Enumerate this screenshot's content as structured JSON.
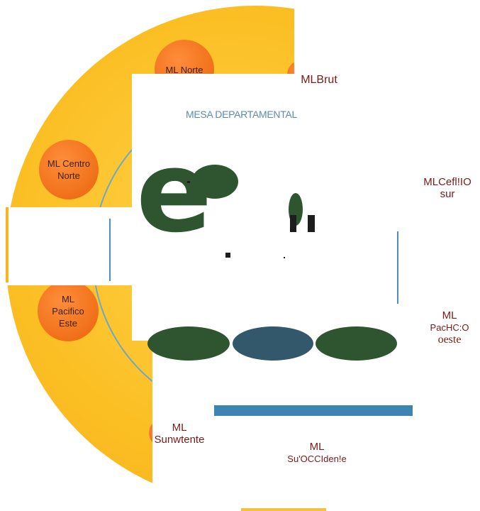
{
  "diagram": {
    "title": "MESA DEPARTAMENTAL",
    "center_glyph": "e",
    "colors": {
      "ring": "#fbbf24",
      "node": "#f07019",
      "label_text": "#7a1a1a",
      "title_text": "#5b8bb0",
      "green_blob": "#2f5530",
      "blue_blob": "#33576b",
      "blue_bar": "#3e84b3"
    },
    "nodes": [
      {
        "id": "norte",
        "lines": [
          "ML Norte"
        ]
      },
      {
        "id": "centro-norte",
        "lines": [
          "ML Centro",
          "Norte"
        ]
      },
      {
        "id": "pacifico-este",
        "lines": [
          "ML",
          "Pacifico",
          "Este"
        ]
      }
    ],
    "labels": {
      "brut": "MLBrut",
      "sur_line1": "MLCefl!IO",
      "sur_line2": "sur",
      "pac_line1": "ML",
      "pac_line2": "PacHC:O",
      "pac_line3": "oeste",
      "sun_line1": "ML",
      "sun_line2": "Sunwtente",
      "suo_line1": "ML",
      "suo_line2": "Su'OCCIden!e"
    }
  }
}
